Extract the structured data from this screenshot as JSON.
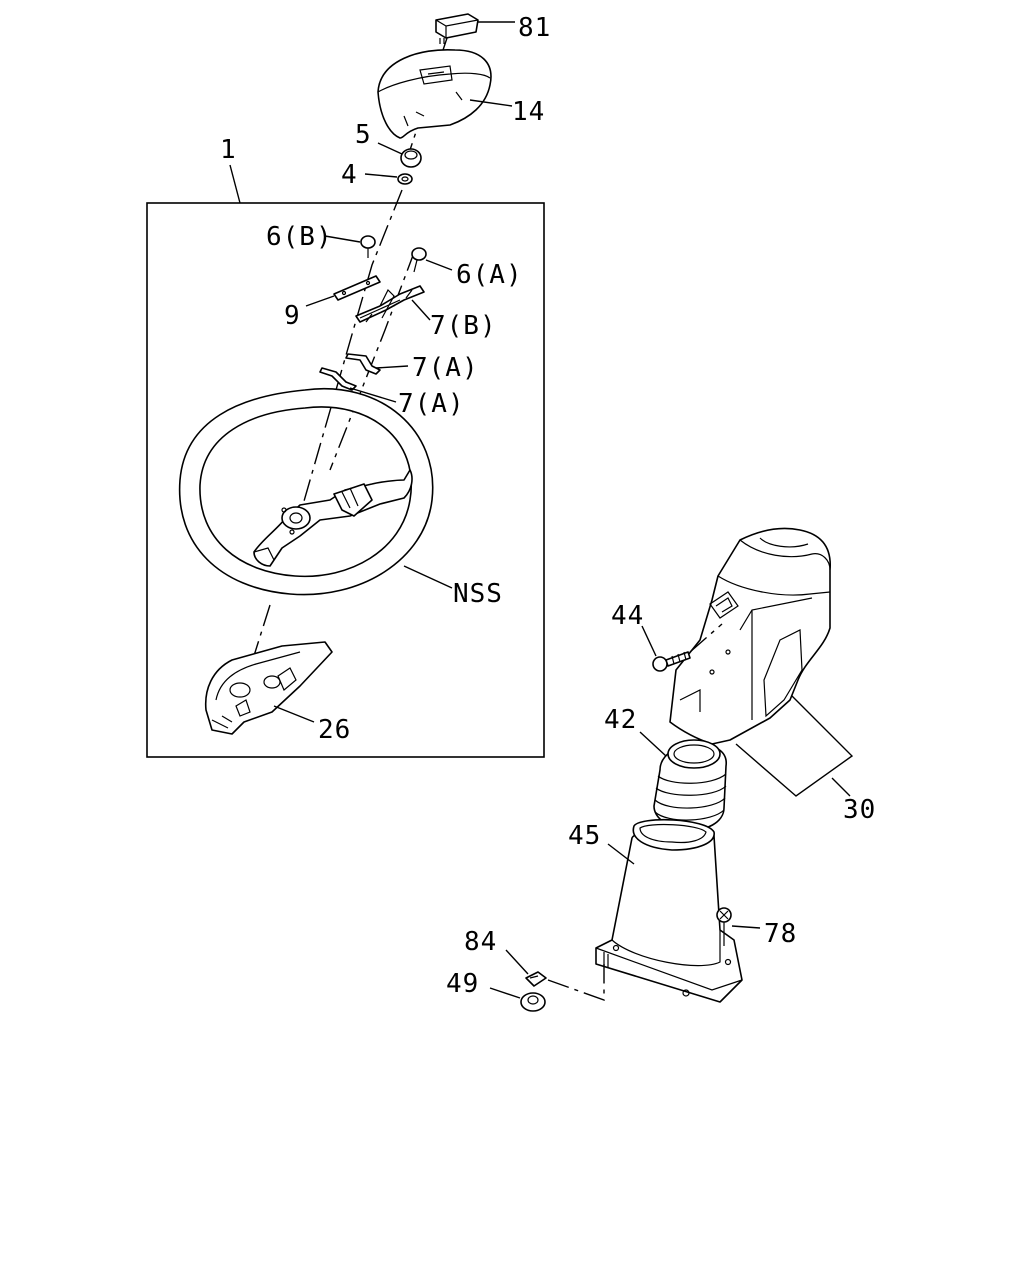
{
  "callouts": {
    "c81": "81",
    "c14": "14",
    "c5": "5",
    "c4": "4",
    "c1": "1",
    "c6b": "6(B)",
    "c6a": "6(A)",
    "c9": "9",
    "c7b": "7(B)",
    "c7a_1": "7(A)",
    "c7a_2": "7(A)",
    "cnss": "NSS",
    "c26": "26",
    "c44": "44",
    "c42": "42",
    "c30": "30",
    "c45": "45",
    "c78": "78",
    "c84": "84",
    "c49": "49"
  }
}
